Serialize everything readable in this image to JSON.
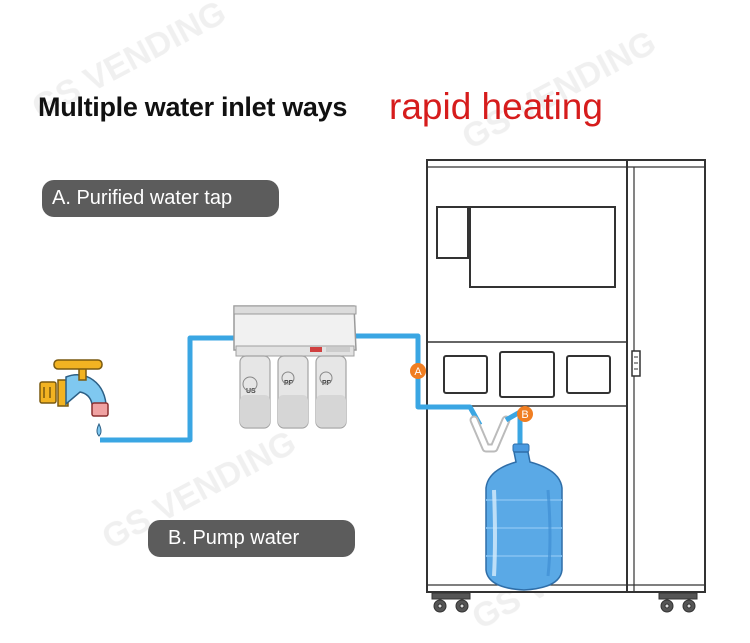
{
  "header": {
    "title": "Multiple water inlet ways",
    "subtitle": "rapid heating"
  },
  "options": [
    {
      "label": "A. Purified water tap",
      "marker": "A"
    },
    {
      "label": "B. Pump water",
      "marker": "B"
    }
  ],
  "watermark": "GS VENDING",
  "filter_labels": [
    "US",
    "PP",
    "PP"
  ],
  "colors": {
    "accent_red": "#d61c1c",
    "pipe_blue": "#3aa6e3",
    "marker_orange": "#f07e22",
    "pill_gray": "#5c5c5c",
    "tap_yellow": "#f2b322",
    "tap_body": "#7fc8f0",
    "bottle_blue": "#5aa9e6"
  },
  "icons": [
    "water-tap-icon",
    "water-filter-icon",
    "water-bottle-icon",
    "vending-machine-icon",
    "caster-wheel-icon"
  ]
}
